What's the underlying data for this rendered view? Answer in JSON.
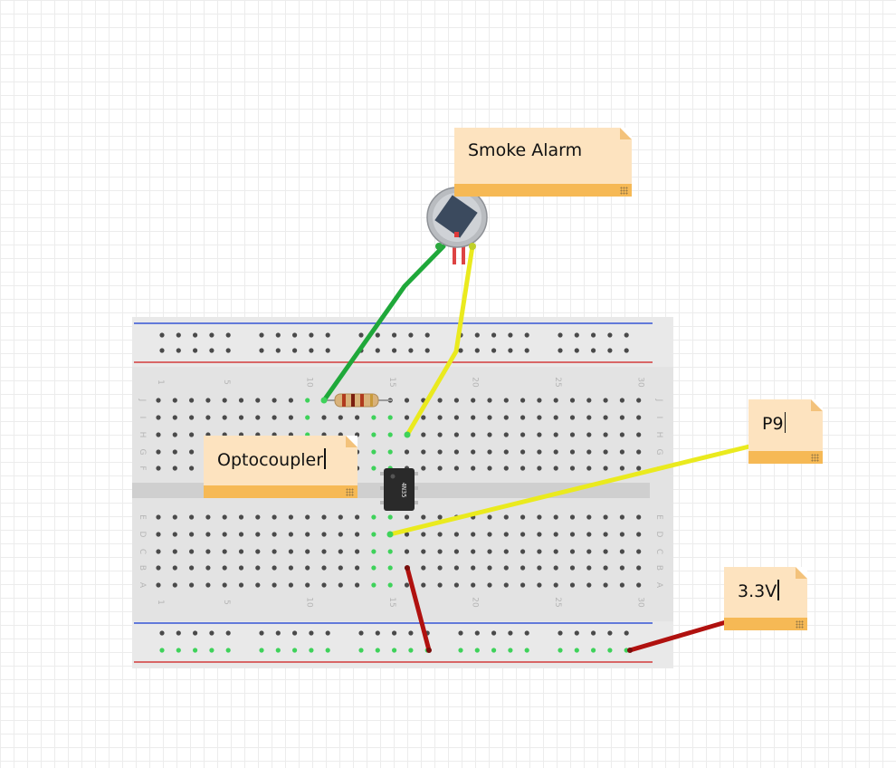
{
  "notes": {
    "smoke_alarm": "Smoke Alarm",
    "optocoupler": "Optocoupler",
    "p9": "P9",
    "v33": "3.3V"
  },
  "breadboard": {
    "column_numbers": [
      "1",
      "5",
      "10",
      "15",
      "20",
      "25",
      "30"
    ],
    "row_letters_top": [
      "J",
      "I",
      "H",
      "G",
      "F"
    ],
    "row_letters_bottom": [
      "E",
      "D",
      "C",
      "B",
      "A"
    ]
  },
  "components": {
    "optocoupler_chip_text": "4N35"
  },
  "colors": {
    "green_wire": "#1fa83a",
    "yellow_wire": "#eaea1e",
    "red_wire": "#b0110f",
    "rail_blue": "#3555d5",
    "rail_red": "#d23a3a",
    "note_fill": "#fde3bf",
    "note_bar": "#f6b955"
  }
}
